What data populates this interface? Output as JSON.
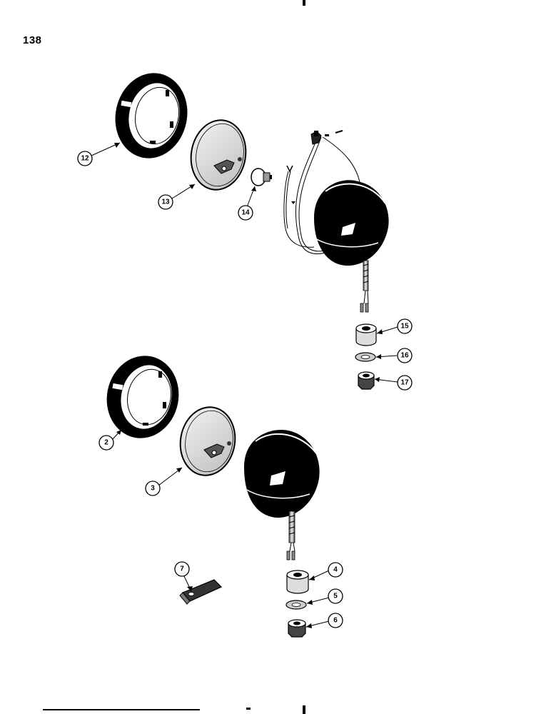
{
  "page": {
    "number": "138"
  },
  "callouts": [
    {
      "id": "12",
      "label": "12",
      "part": "upper-lamp-rim"
    },
    {
      "id": "13",
      "label": "13",
      "part": "upper-lens-reflector"
    },
    {
      "id": "14",
      "label": "14",
      "part": "upper-bulb"
    },
    {
      "id": "15",
      "label": "15",
      "part": "upper-spacer"
    },
    {
      "id": "16",
      "label": "16",
      "part": "upper-washer"
    },
    {
      "id": "17",
      "label": "17",
      "part": "upper-nut"
    },
    {
      "id": "2",
      "label": "2",
      "part": "lower-lamp-rim"
    },
    {
      "id": "3",
      "label": "3",
      "part": "lower-lens-reflector"
    },
    {
      "id": "4",
      "label": "4",
      "part": "lower-spacer"
    },
    {
      "id": "5",
      "label": "5",
      "part": "lower-washer"
    },
    {
      "id": "6",
      "label": "6",
      "part": "lower-nut"
    },
    {
      "id": "7",
      "label": "7",
      "part": "clip"
    }
  ],
  "colors": {
    "ink": "#000000",
    "paper": "#ffffff",
    "shade": "#cfcfcf"
  }
}
